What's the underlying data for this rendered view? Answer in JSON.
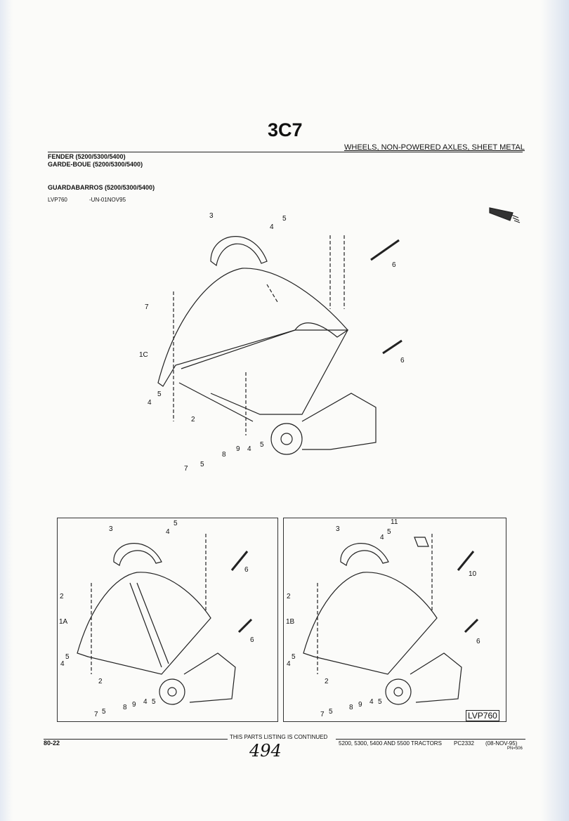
{
  "header": {
    "code": "3C7",
    "section": "WHEELS, NON-POWERED AXLES, SHEET METAL"
  },
  "titles": {
    "en": "FENDER (5200/5300/5400)",
    "fr": "GARDE-BOUE (5200/5300/5400)",
    "es": "GUARDABARROS (5200/5300/5400)"
  },
  "ref": {
    "id": "LVP760",
    "code": "-UN-01NOV95"
  },
  "main_callouts": [
    "3",
    "4",
    "5",
    "6",
    "7",
    "1C",
    "6",
    "5",
    "4",
    "2",
    "7",
    "5",
    "8",
    "9",
    "4",
    "5"
  ],
  "inset_a_callouts": [
    "3",
    "4",
    "5",
    "6",
    "2",
    "1A",
    "6",
    "4",
    "5",
    "2",
    "7",
    "5",
    "8",
    "9",
    "4",
    "5"
  ],
  "inset_b_callouts": [
    "3",
    "11",
    "4",
    "5",
    "10",
    "2",
    "1B",
    "6",
    "4",
    "5",
    "2",
    "7",
    "5",
    "8",
    "9",
    "4",
    "5"
  ],
  "figure_label": "LVP760",
  "footer": {
    "page": "80-22",
    "continued": "THIS PARTS LISTING IS CONTINUED",
    "product": "5200, 5300, 5400 AND 5500 TRACTORS",
    "catalog": "PC2332",
    "date": "(08-NOV-95)",
    "pn": "PN=506",
    "handwritten": "494"
  }
}
